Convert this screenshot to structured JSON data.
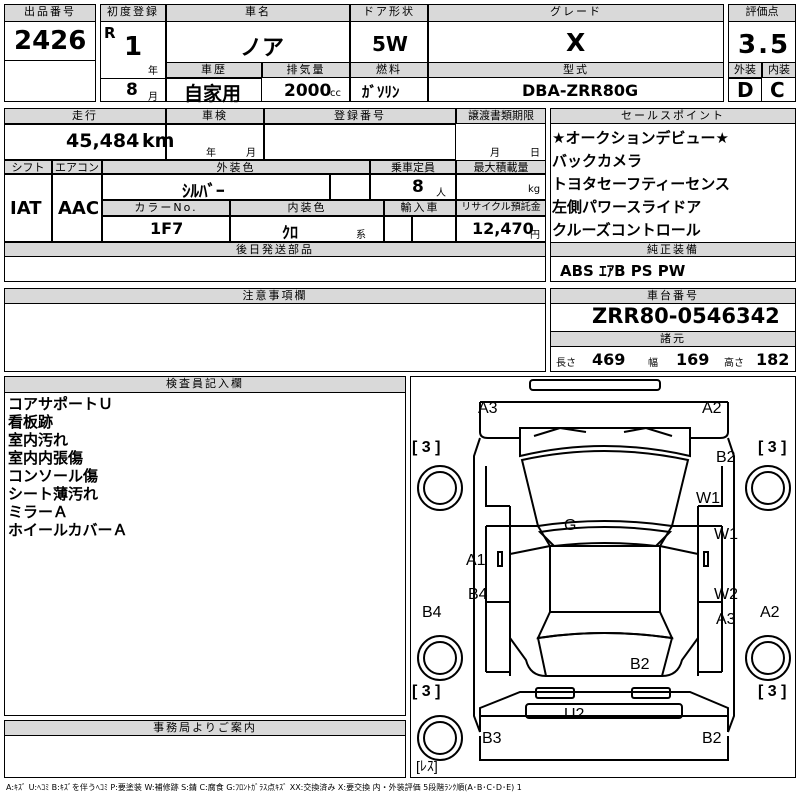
{
  "header": {
    "lot_label": "出品番号",
    "lot_no": "2426",
    "first_reg_label": "初度登録",
    "era": "R",
    "reg_year": "1",
    "year_unit": "年",
    "reg_month": "8",
    "month_unit": "月",
    "car_name_label": "車名",
    "car_name": "ノア",
    "history_label": "車歴",
    "history": "自家用",
    "displacement_label": "排気量",
    "displacement": "2000",
    "cc_unit": "cc",
    "door_label": "ドア形状",
    "door": "5W",
    "fuel_label": "燃料",
    "fuel": "ｶﾞｿﾘﾝ",
    "grade_label": "グレード",
    "grade": "X",
    "model_label": "型式",
    "model": "DBA-ZRR80G",
    "score_label": "評価点",
    "score": "3.5",
    "ext_label": "外装",
    "ext": "D",
    "int_label": "内装",
    "int": "C"
  },
  "row2": {
    "mileage_label": "走行",
    "mileage": "45,484",
    "km_unit": "km",
    "inspection_label": "車検",
    "year_unit": "年",
    "month_unit": "月",
    "plate_label": "登録番号",
    "transfer_label": "譲渡書類期限",
    "t_month": "月",
    "t_day": "日",
    "shift_label": "シフト",
    "shift": "IAT",
    "ac_label": "エアコン",
    "ac": "AAC",
    "color_label": "外装色",
    "color": "ｼﾙﾊﾞｰ",
    "capacity_label": "乗車定員",
    "capacity": "8",
    "person_unit": "人",
    "load_label": "最大積載量",
    "kg_unit": "kg",
    "color_no_label": "カラーNo.",
    "color_no": "1F7",
    "interior_color_label": "内装色",
    "interior_color": "ｸﾛ",
    "kei_unit": "系",
    "import_label": "輸入車",
    "recycle_label": "リサイクル預託金",
    "recycle": "12,470",
    "yen_unit": "円",
    "later_parts_label": "後日発送部品"
  },
  "sales_points": {
    "label": "セールスポイント",
    "items": [
      "★オークションデビュー★",
      "バックカメラ",
      "トヨタセーフティーセンス",
      "左側パワースライドア",
      "クルーズコントロール"
    ]
  },
  "equipment": {
    "label": "純正装備",
    "value": "ABS ｴｱB PS PW"
  },
  "notes": {
    "label": "注意事項欄"
  },
  "chassis": {
    "label": "車台番号",
    "value": "ZRR80-0546342",
    "specs_label": "諸元",
    "length_label": "長さ",
    "length": "469",
    "width_label": "幅",
    "width": "169",
    "height_label": "高さ",
    "height": "182"
  },
  "inspector": {
    "label": "検査員記入欄",
    "lines": [
      "コアサポートＵ",
      "看板跡",
      "室内汚れ",
      "室内内張傷",
      "コンソール傷",
      "シート薄汚れ",
      "ミラーＡ",
      "ホイールカバーＡ"
    ]
  },
  "office": {
    "label": "事務局よりご案内"
  },
  "diagram": {
    "marks": [
      "A3",
      "A2",
      "B2",
      "W1",
      "G",
      "W1",
      "A1",
      "B4",
      "W2",
      "A3",
      "B4",
      "A2",
      "B2",
      "U2",
      "B3",
      "B2"
    ],
    "tires": [
      "[ 3 ]",
      "[ 3 ]",
      "[ 3 ]",
      "[ 3 ]"
    ],
    "spare": "[ﾚｽ]"
  },
  "legend": "A:ｷｽﾞ  U:ﾍｺﾐ  B:ｷｽﾞを伴うﾍｺﾐ  P:要塗装  W:補修跡  S:錆  C:腐食  G:ﾌﾛﾝﾄｶﾞﾗｽ点ｷｽﾞ  XX:交換済み  X:要交換  内・外装評価  5段階ﾗﾝｸ順(A･B･C･D･E) 1"
}
